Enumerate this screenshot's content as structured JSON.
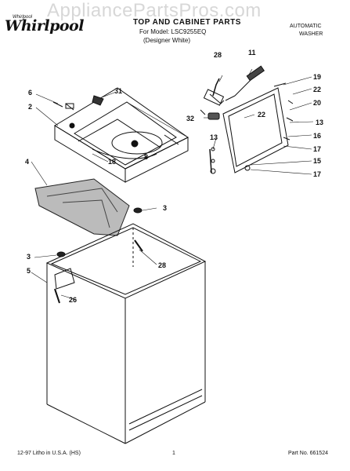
{
  "watermark": "AppliancePartsPros.com",
  "brand": {
    "name": "Whirlpool",
    "sub": "Whirlpool"
  },
  "header": {
    "title": "TOP AND CABINET PARTS",
    "model_line": "For Model: LSC9255EQ",
    "color_line": "(Designer White)",
    "product_type_line1": "AUTOMATIC",
    "product_type_line2": "WASHER"
  },
  "callouts": [
    "28",
    "11",
    "31",
    "6",
    "19",
    "2",
    "22",
    "20",
    "32",
    "22",
    "13",
    "16",
    "13",
    "17",
    "4",
    "18",
    "8",
    "15",
    "17",
    "3",
    "3",
    "28",
    "5",
    "26"
  ],
  "footer": {
    "left": "12-97 Litho in U.S.A. (HS)",
    "center": "1",
    "right": "Part No. 661524"
  }
}
